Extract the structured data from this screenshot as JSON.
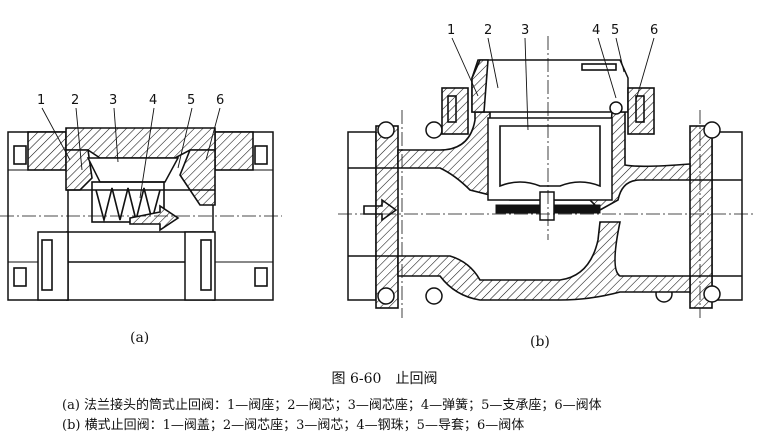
{
  "figure": {
    "title": "图 6-60　止回阀",
    "legend_a": "(a) 法兰接头的筒式止回阀：1—阀座；2—阀芯；3—阀芯座；4—弹簧；5—支承座；6—阀体",
    "legend_b": "(b) 横式止回阀：1—阀盖；2—阀芯座；3—阀芯；4—钢珠；5—导套；6—阀体"
  },
  "diagram_a": {
    "label": "(a)",
    "callouts": [
      "1",
      "2",
      "3",
      "4",
      "5",
      "6"
    ]
  },
  "diagram_b": {
    "label": "(b)",
    "callouts": [
      "1",
      "2",
      "3",
      "4",
      "5",
      "6"
    ]
  }
}
